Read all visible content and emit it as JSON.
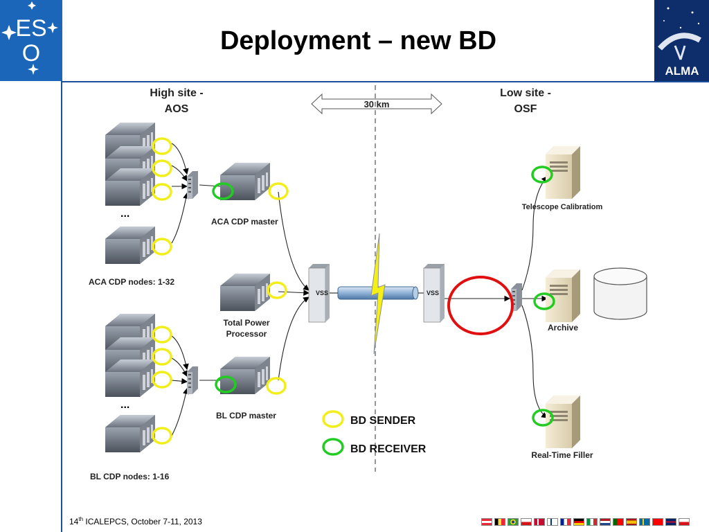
{
  "header": {
    "title": "Deployment – new BD"
  },
  "logos": {
    "eso_text": "ESO",
    "alma_text": "ALMA"
  },
  "diagram": {
    "high_site_line1": "High site -",
    "high_site_line2": "AOS",
    "low_site_line1": "Low site -",
    "low_site_line2": "OSF",
    "distance": "30 km",
    "aca_master": "ACA CDP master",
    "aca_nodes": "ACA CDP nodes: 1-32",
    "tpp_line1": "Total Power",
    "tpp_line2": "Processor",
    "bl_master": "BL CDP master",
    "bl_nodes": "BL CDP nodes: 1-16",
    "vss_left": "VSS",
    "vss_right": "VSS",
    "ellipsis": "...",
    "telescope_calibration": "Telescope Calibratiom",
    "archive": "Archive",
    "realtime_filler": "Real-Time Filler"
  },
  "legend": {
    "sender": "BD SENDER",
    "receiver": "BD RECEIVER"
  },
  "colors": {
    "sender": "#f2ee1a",
    "receiver": "#22cc22",
    "highlight": "#e01010",
    "brand": "#1b66b8"
  },
  "footer": {
    "number": "14",
    "suffix": "th",
    "text": " ICALEPCS, October 7-11, 2013"
  }
}
